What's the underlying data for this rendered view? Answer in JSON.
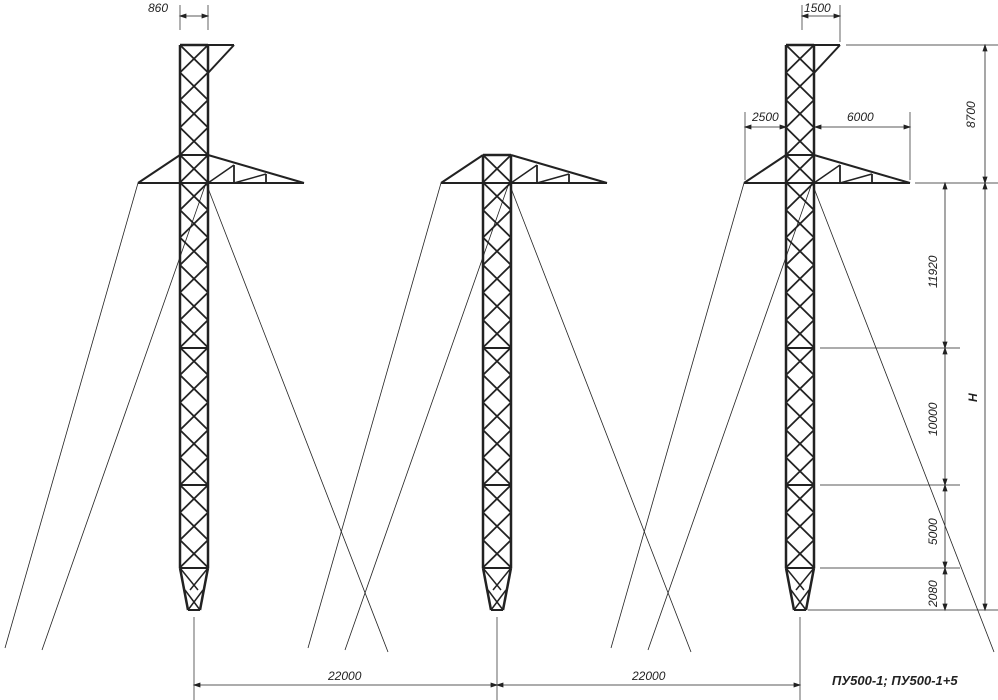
{
  "towers": [
    {
      "id": "left",
      "top": "peak"
    },
    {
      "id": "middle",
      "top": "flat"
    },
    {
      "id": "right",
      "top": "peak"
    }
  ],
  "dimensions": {
    "shaft_width": "860",
    "peak_width": "1500",
    "arm_left": "2500",
    "arm_right": "6000",
    "peak_height": "8700",
    "total_height": "H",
    "section_1": "11920",
    "section_2": "10000",
    "section_3": "5000",
    "section_4": "2080",
    "span_1": "22000",
    "span_2": "22000"
  },
  "title": "ПУ500-1; ПУ500-1+5",
  "colors": {
    "line": "#222222"
  }
}
